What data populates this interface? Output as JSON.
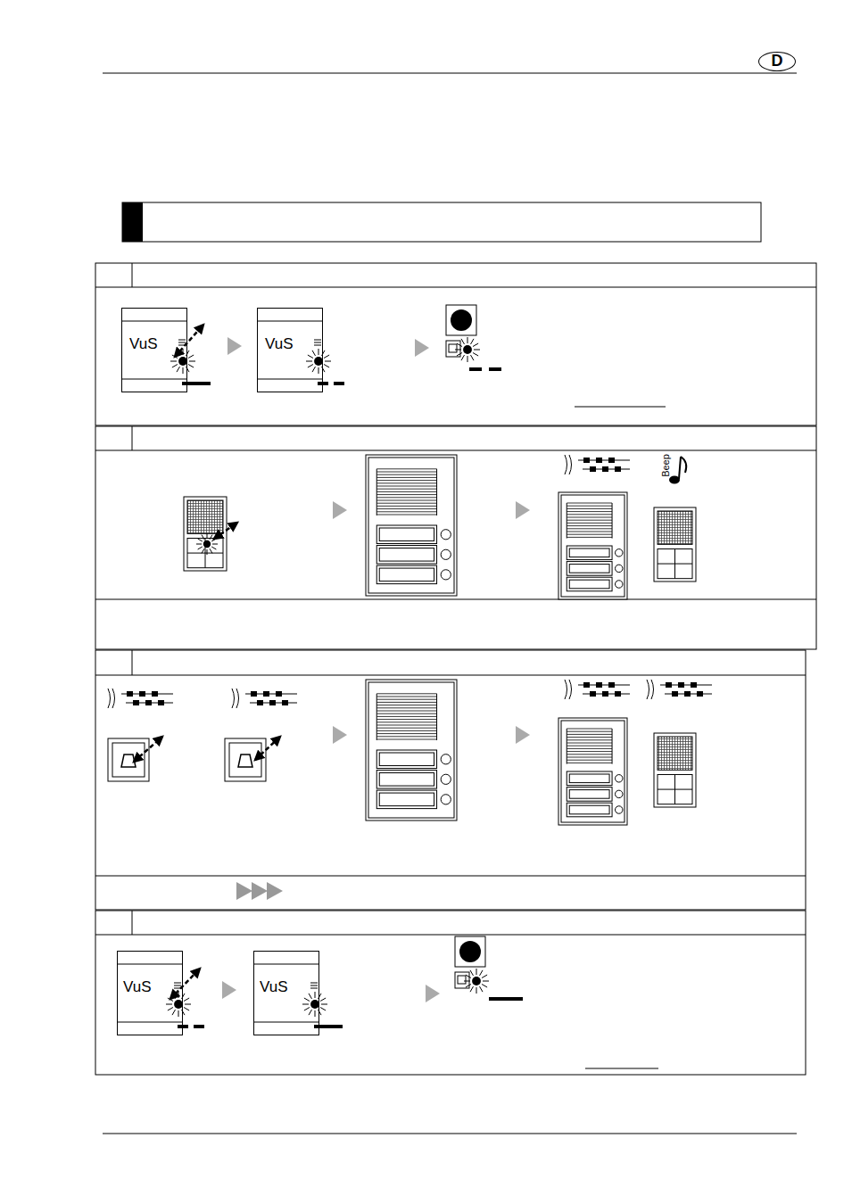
{
  "diagram": {
    "nodes": [
      {
        "text": [
          "D"
        ]
      },
      {
        "text": [
          "VuS"
        ]
      },
      {
        "text": [
          "VuS"
        ]
      },
      {
        "text": [
          "VuS"
        ]
      },
      {
        "text": [
          "VuS"
        ]
      }
    ],
    "labels": [
      "Beep"
    ]
  }
}
